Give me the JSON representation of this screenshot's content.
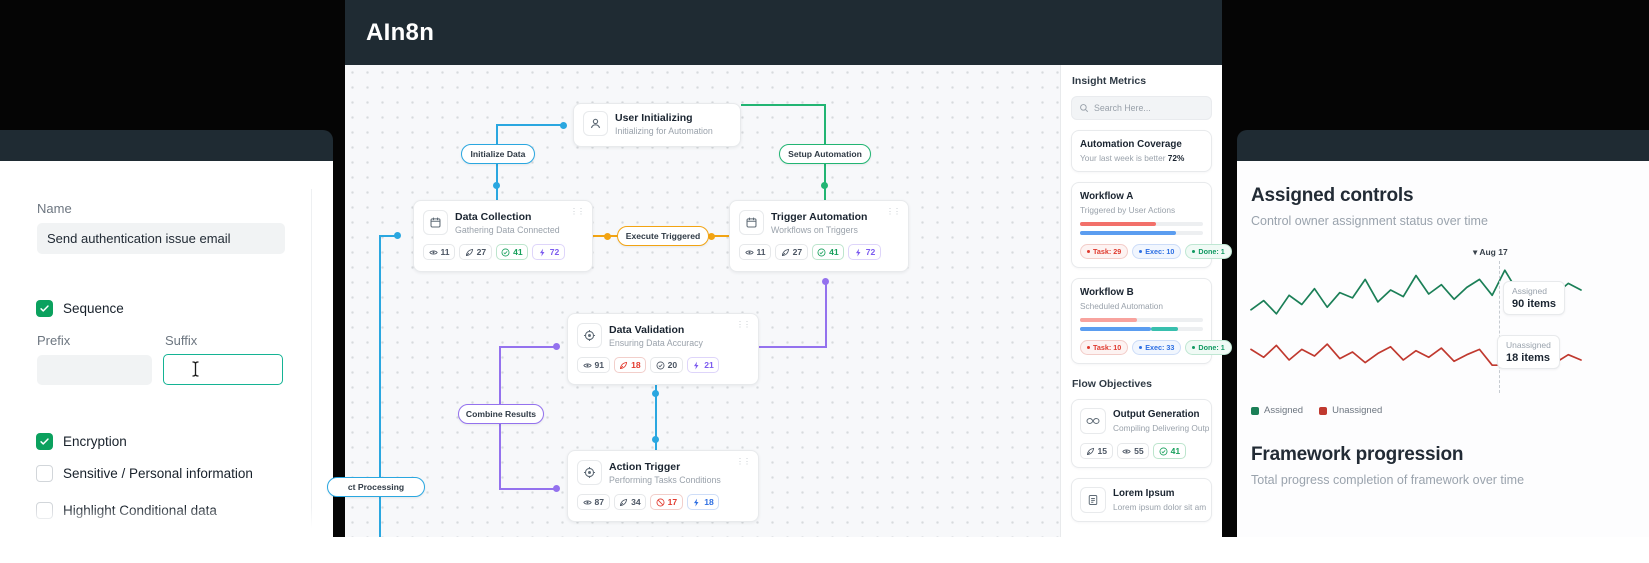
{
  "app": {
    "title": "AIn8n",
    "pills": {
      "initialize": "Initialize Data",
      "setup": "Setup Automation",
      "execute": "Execute Triggered",
      "combine": "Combine Results",
      "processing": "ct Processing"
    },
    "nodes": {
      "user_init": {
        "title": "User Initializing",
        "subtitle": "Initializing for Automation"
      },
      "data_collection": {
        "title": "Data Collection",
        "subtitle": "Gathering Data Connected",
        "stats": [
          {
            "icon": "eye",
            "value": "11",
            "color": "gray"
          },
          {
            "icon": "rocket",
            "value": "27",
            "color": "gray"
          },
          {
            "icon": "check",
            "value": "41",
            "color": "green"
          },
          {
            "icon": "bolt",
            "value": "72",
            "color": "purple"
          }
        ]
      },
      "trigger_automation": {
        "title": "Trigger Automation",
        "subtitle": "Workflows on Triggers",
        "stats": [
          {
            "icon": "eye",
            "value": "11",
            "color": "gray"
          },
          {
            "icon": "rocket",
            "value": "27",
            "color": "gray"
          },
          {
            "icon": "check",
            "value": "41",
            "color": "green"
          },
          {
            "icon": "bolt",
            "value": "72",
            "color": "purple"
          }
        ]
      },
      "data_validation": {
        "title": "Data Validation",
        "subtitle": "Ensuring Data Accuracy",
        "stats": [
          {
            "icon": "eye",
            "value": "91",
            "color": "gray"
          },
          {
            "icon": "rocket",
            "value": "18",
            "color": "red"
          },
          {
            "icon": "check",
            "value": "20",
            "color": "gray"
          },
          {
            "icon": "bolt",
            "value": "21",
            "color": "purple"
          }
        ]
      },
      "action_trigger": {
        "title": "Action Trigger",
        "subtitle": "Performing Tasks Conditions",
        "stats": [
          {
            "icon": "eye",
            "value": "87",
            "color": "gray"
          },
          {
            "icon": "rocket",
            "value": "34",
            "color": "gray"
          },
          {
            "icon": "slash",
            "value": "17",
            "color": "red"
          },
          {
            "icon": "bolt",
            "value": "18",
            "color": "blue"
          }
        ]
      }
    },
    "sidebar": {
      "header": "Insight Metrics",
      "search_placeholder": "Search Here...",
      "coverage": {
        "title": "Automation Coverage",
        "subtitle": "Your last week is better",
        "percent": "72%"
      },
      "workflows": [
        {
          "title": "Workflow A",
          "subtitle": "Triggered by User Actions",
          "bars": [
            [
              {
                "color": "#f2706a",
                "pct": 62
              }
            ],
            [
              {
                "color": "#5b9df0",
                "pct": 78
              }
            ]
          ],
          "badges": [
            {
              "label": "Task: 29",
              "color": "red"
            },
            {
              "label": "Exec: 10",
              "color": "blue"
            },
            {
              "label": "Done: 1",
              "color": "green"
            }
          ]
        },
        {
          "title": "Workflow B",
          "subtitle": "Scheduled Automation",
          "bars": [
            [
              {
                "color": "#f8a39e",
                "pct": 46
              }
            ],
            [
              {
                "color": "#5b9df0",
                "pct": 58
              },
              {
                "color": "#38bfae",
                "pct": 22
              }
            ]
          ],
          "badges": [
            {
              "label": "Task: 10",
              "color": "red"
            },
            {
              "label": "Exec: 33",
              "color": "blue"
            },
            {
              "label": "Done: 1",
              "color": "green"
            }
          ]
        }
      ],
      "objectives_header": "Flow Objectives",
      "objectives": [
        {
          "title": "Output Generation",
          "subtitle": "Compiling Delivering Outp",
          "stats": [
            {
              "icon": "rocket",
              "value": "15",
              "color": "gray"
            },
            {
              "icon": "eye",
              "value": "55",
              "color": "gray"
            },
            {
              "icon": "check",
              "value": "41",
              "color": "green"
            }
          ]
        },
        {
          "title": "Lorem Ipsum",
          "subtitle": "Lorem ipsum dolor sit am",
          "stats": []
        }
      ]
    }
  },
  "left_panel": {
    "name_label": "Name",
    "name_value": "Send authentication issue email",
    "sequence_label": "Sequence",
    "prefix_label": "Prefix",
    "suffix_label": "Suffix",
    "encryption_label": "Encryption",
    "sensitive_label": "Sensitive / Personal information",
    "clipped_label": "Highlight Conditional data"
  },
  "right_panel": {
    "title": "Assigned controls",
    "subtitle": "Control owner assignment status over time",
    "marker_label": "Aug 17",
    "callouts": [
      {
        "label": "Assigned",
        "value": "90 items"
      },
      {
        "label": "Unassigned",
        "value": "18 items"
      }
    ],
    "legend": [
      {
        "label": "Assigned",
        "color": "#1b7f57"
      },
      {
        "label": "Unassigned",
        "color": "#c0392f"
      }
    ],
    "section2_title": "Framework progression",
    "section2_subtitle": "Total progress completion of framework over time",
    "chart_data": {
      "type": "line",
      "x_marker": "Aug 17",
      "legend_position": "bottom-left",
      "series": [
        {
          "name": "Assigned",
          "color": "#1b7f57",
          "value_at_marker": 90,
          "values": [
            60,
            67,
            57,
            71,
            64,
            76,
            62,
            73,
            69,
            83,
            66,
            75,
            70,
            86,
            72,
            79,
            68,
            77,
            83,
            71,
            90,
            74,
            69,
            78,
            72,
            80,
            75
          ]
        },
        {
          "name": "Unassigned",
          "color": "#c0392f",
          "value_at_marker": 18,
          "values": [
            30,
            24,
            33,
            22,
            30,
            25,
            34,
            23,
            28,
            20,
            27,
            32,
            22,
            29,
            24,
            31,
            21,
            26,
            30,
            18,
            18,
            27,
            21,
            25,
            20,
            26,
            22
          ]
        }
      ]
    }
  }
}
